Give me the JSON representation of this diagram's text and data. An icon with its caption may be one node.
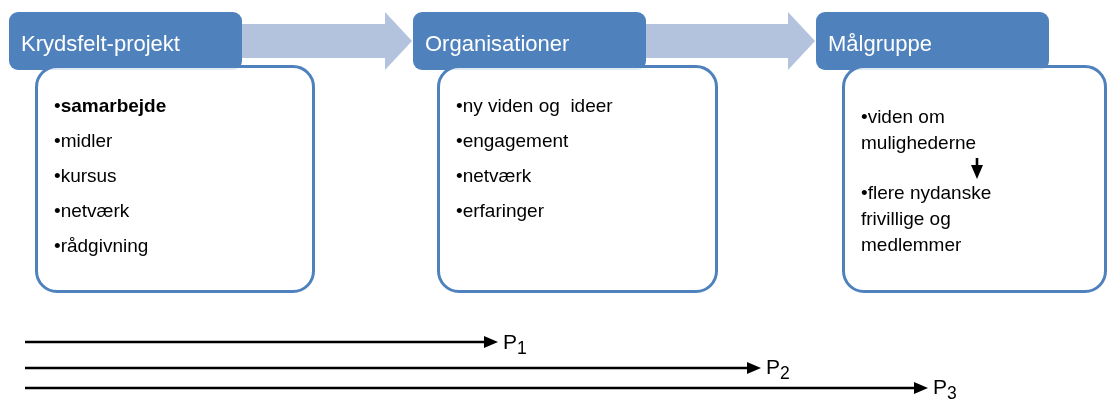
{
  "diagram": {
    "nodes": [
      {
        "text": [
          "Krydsfelt-projekt"
        ]
      },
      {
        "text": [
          "•**samarbejde**",
          "•midler",
          "•kursus",
          "•netværk",
          "•rådgivning"
        ]
      },
      {
        "text": [
          "Organisationer"
        ]
      },
      {
        "text": [
          "•ny viden og  ideer",
          "•engagement",
          "•netværk",
          "•erfaringer"
        ]
      },
      {
        "text": [
          "Målgruppe"
        ]
      },
      {
        "text": [],
        "shape": "box"
      },
      {
        "text": [
          "•viden om mulighederne"
        ],
        "in": 5
      },
      {
        "text": [
          "•flere nydanske frivillige og medlemmer"
        ],
        "in": 5
      },
      {
        "text": [
          "P$_{1}$"
        ]
      },
      {
        "text": [
          "P$_{2}$"
        ]
      },
      {
        "text": [
          "P$_{3}$"
        ]
      }
    ],
    "edges": [
      {
        "from": 0,
        "to": 2,
        "arrow": "to",
        "style": "thick",
        "color": "#b3c3de"
      },
      {
        "from": 2,
        "to": 4,
        "arrow": "to",
        "style": "thick",
        "color": "#b3c3de"
      },
      {
        "from": 6,
        "to": 7,
        "arrow": "to"
      },
      {
        "from": null,
        "to": 8,
        "arrow": "to"
      },
      {
        "from": null,
        "to": 9,
        "arrow": "to"
      },
      {
        "from": null,
        "to": 10,
        "arrow": "to"
      }
    ]
  }
}
